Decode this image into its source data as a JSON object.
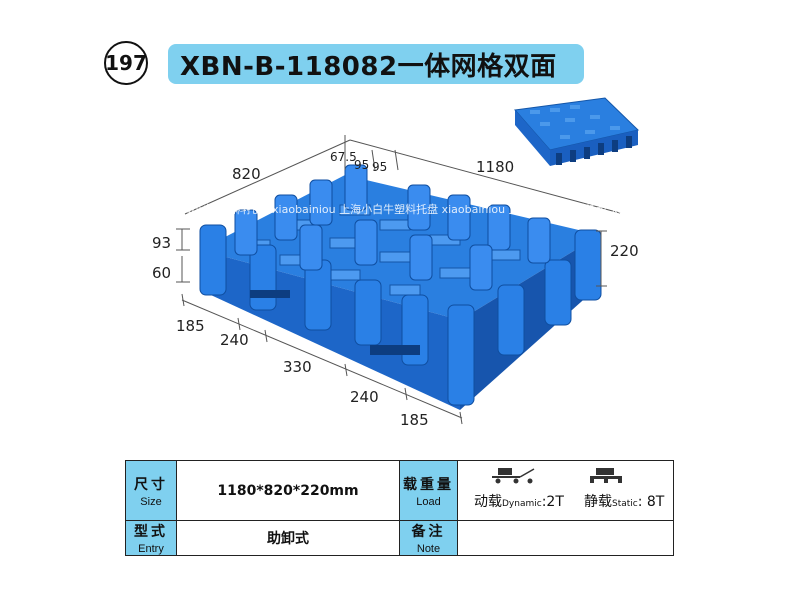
{
  "header": {
    "number": "197",
    "title": "XBN-B-118082一体网格双面"
  },
  "dimensions": {
    "width_top": "820",
    "length_top": "1180",
    "slot_a": "67.5",
    "slot_b": "95",
    "slot_c": "95",
    "height_upper": "93",
    "height_lower": "60",
    "height_total": "220",
    "front": [
      "185",
      "240",
      "330",
      "240",
      "185"
    ]
  },
  "watermark": "上海小白牛塑料托盘 xiaobainiou 上海小白牛塑料托盘 xiaobainiou 上海小白牛塑料托盘 xiaobainiou 上海小白牛塑料托盘 xiaobainiou 上海小",
  "spec": {
    "size_zh": "尺寸",
    "size_en": "Size",
    "size_value": "1180*820*220mm",
    "load_zh": "载重量",
    "load_en": "Load",
    "dynamic_zh": "动载",
    "dynamic_en": "Dynamic",
    "dynamic_value": ":2T",
    "static_zh": "静载",
    "static_en": "Static",
    "static_value": ": 8T",
    "entry_zh": "型式",
    "entry_en": "Entry",
    "entry_value": "助卸式",
    "note_zh": "备注",
    "note_en": "Note",
    "note_value": ""
  },
  "colors": {
    "accent": "#7fd0ef",
    "pallet": "#1e6fd6"
  }
}
